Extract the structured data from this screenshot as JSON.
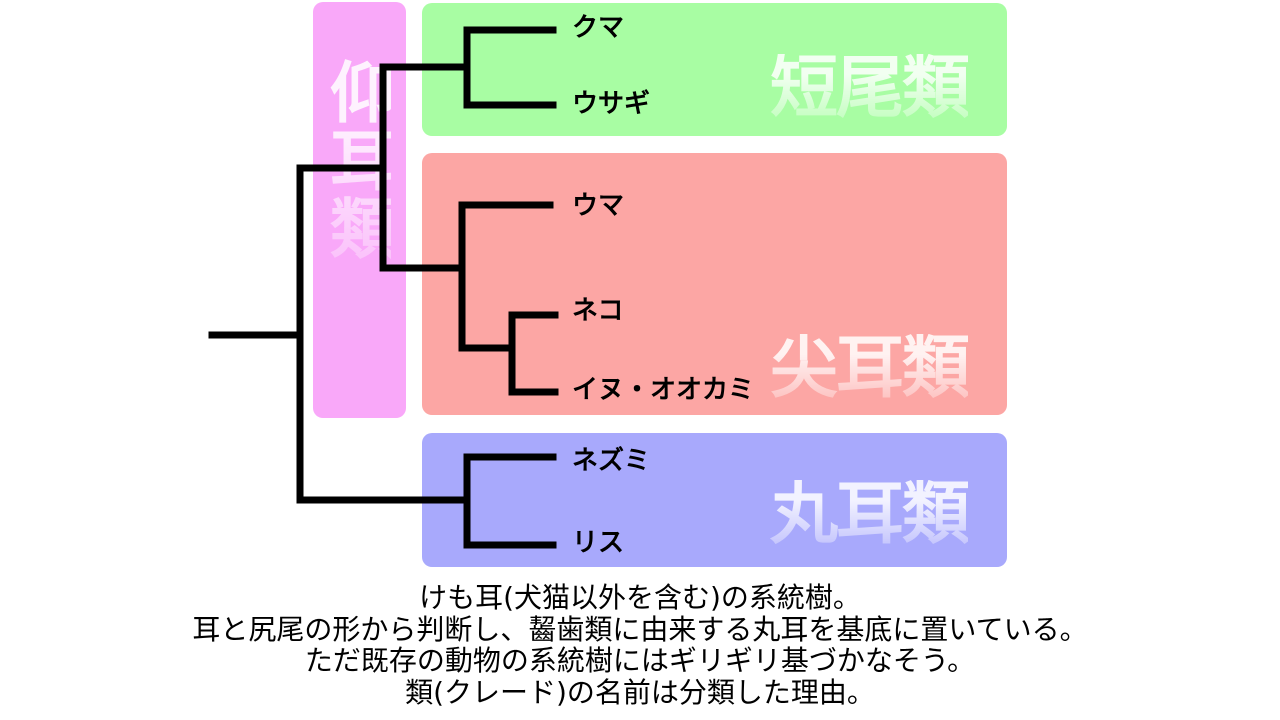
{
  "groups": {
    "upright": {
      "label": "仰耳類",
      "color": "#f9a8f9"
    },
    "short_tail": {
      "label": "短尾類",
      "color": "#a8fda3"
    },
    "pointed": {
      "label": "尖耳類",
      "color": "#fca6a4"
    },
    "round": {
      "label": "丸耳類",
      "color": "#a8a9fc"
    }
  },
  "leaves": {
    "bear": "クマ",
    "rabbit": "ウサギ",
    "horse": "ウマ",
    "cat": "ネコ",
    "dog_wolf": "イヌ・オオカミ",
    "mouse": "ネズミ",
    "squirrel": "リス"
  },
  "caption": {
    "line1": "けも耳(犬猫以外を含む)の系統樹。",
    "line2": "耳と尻尾の形から判断し、齧歯類に由来する丸耳を基底に置いている。",
    "line3": "ただ既存の動物の系統樹にはギリギリ基づかなそう。",
    "line4": "類(クレード)の名前は分類した理由。"
  }
}
